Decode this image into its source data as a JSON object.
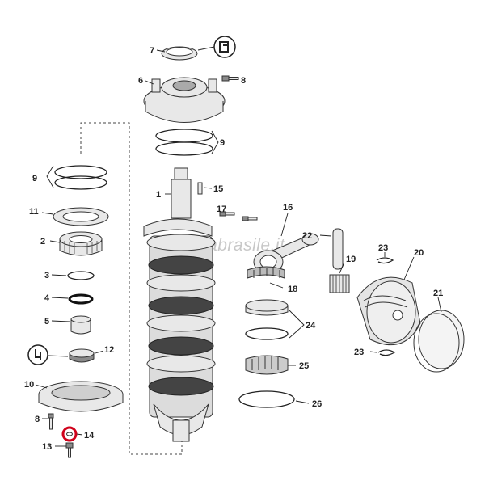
{
  "watermark": "nauticabrasile.it",
  "labels": {
    "l1": "1",
    "l2": "2",
    "l3": "3",
    "l4": "4",
    "l5": "5",
    "l6": "6",
    "l7": "7",
    "l8a": "8",
    "l8b": "8",
    "l9a": "9",
    "l9b": "9",
    "l10": "10",
    "l11": "11",
    "l12": "12",
    "l13": "13",
    "l14": "14",
    "l15": "15",
    "l16": "16",
    "l17": "17",
    "l18": "18",
    "l19": "19",
    "l20": "20",
    "l21": "21",
    "l22": "22",
    "l23a": "23",
    "l23b": "23",
    "l24": "24",
    "l25": "25",
    "l26": "26"
  },
  "highlight_color": "#d0021b",
  "icons": [
    "sealant-icon",
    "grease-icon"
  ]
}
